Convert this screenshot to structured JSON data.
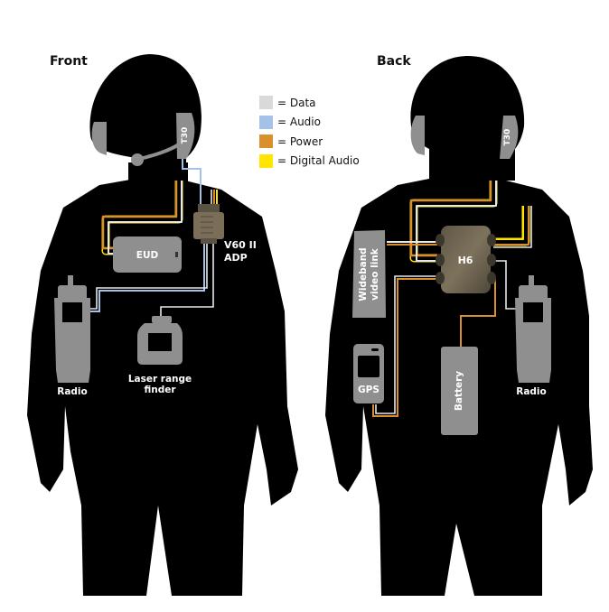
{
  "views": {
    "front": {
      "title": "Front"
    },
    "back": {
      "title": "Back"
    }
  },
  "legend": {
    "items": [
      {
        "label": "= Data",
        "color": "#d9d9d9",
        "kind": "data"
      },
      {
        "label": "= Audio",
        "color": "#a4c2e8",
        "kind": "audio"
      },
      {
        "label": "= Power",
        "color": "#d98f2b",
        "kind": "power"
      },
      {
        "label": "= Digital Audio",
        "color": "#ffe500",
        "kind": "digital-audio"
      }
    ]
  },
  "front_devices": {
    "headset": "T30",
    "eud": "EUD",
    "adapter_line1": "V60 II",
    "adapter_line2": "ADP",
    "radio": "Radio",
    "lrf_line1": "Laser range",
    "lrf_line2": "finder"
  },
  "back_devices": {
    "headset": "T30",
    "hub": "H6",
    "video_link_line1": "Wideband",
    "video_link_line2": "video link",
    "gps": "GPS",
    "battery": "Battery",
    "radio": "Radio"
  },
  "colors": {
    "silhouette": "#000000",
    "device_gray": "#8f8f8f",
    "hub_brown": "#6f6450",
    "adapter_tan": "#7a6e58"
  }
}
